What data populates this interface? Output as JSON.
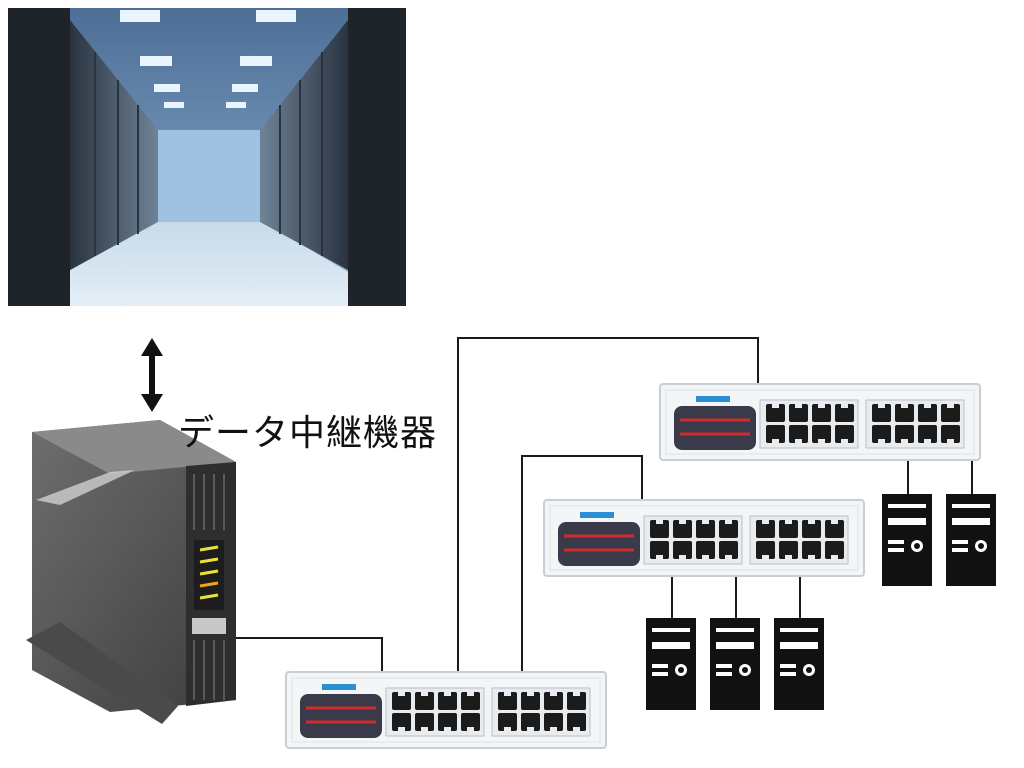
{
  "relay_label": "データ中継機器",
  "colors": {
    "wire": "#1a1a1a",
    "switch_body": "#f3f5f7",
    "switch_border": "#c9ced4",
    "led_blue": "#2b8fd6",
    "stripe_red": "#d12a2a",
    "panel_dark": "#3a3a4a",
    "pc_black": "#111111",
    "router_body": "#5a5a5a",
    "router_light_yellow": "#e8e23a",
    "router_light_orange": "#f2a31c"
  },
  "icons": {
    "datacenter": "server-room-photo",
    "arrow": "double-headed-vertical-arrow",
    "router": "router-icon",
    "switch": "network-switch-icon",
    "pc": "desktop-tower-icon"
  }
}
